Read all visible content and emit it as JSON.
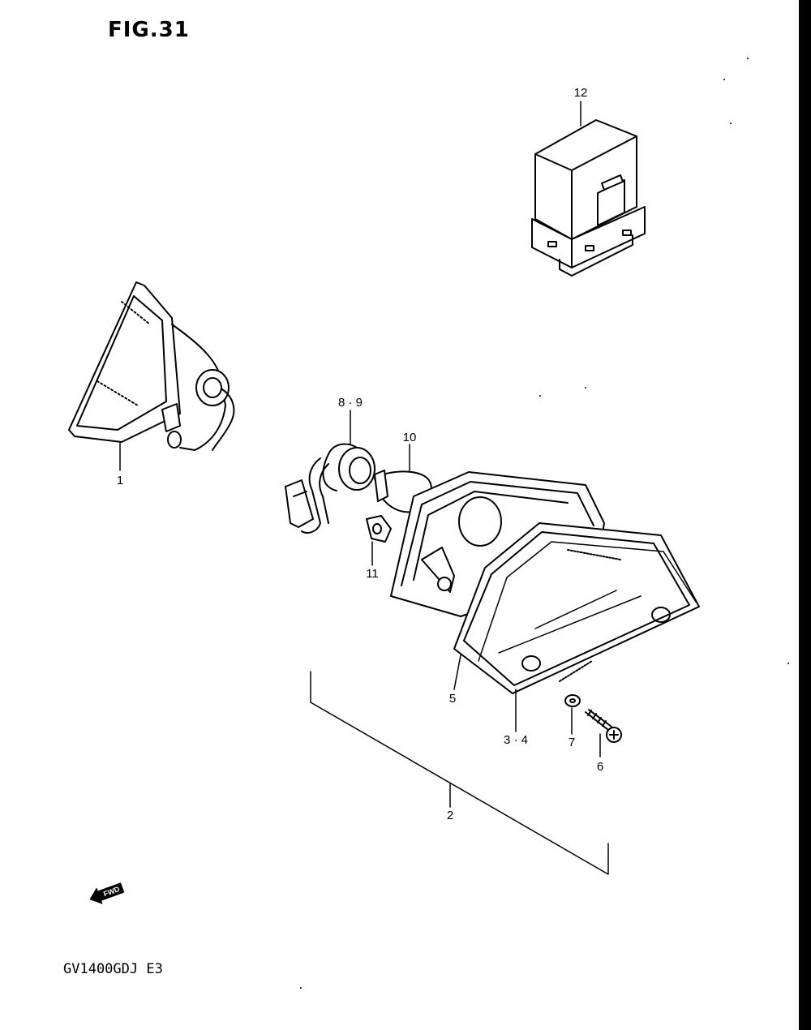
{
  "figure": {
    "title": "FIG.31",
    "model_code": "GV1400GDJ E3"
  },
  "labels": {
    "p1": "1",
    "p2": "2",
    "p3_4": "3 · 4",
    "p5": "5",
    "p6": "6",
    "p7": "7",
    "p8_9": "8 · 9",
    "p10": "10",
    "p11": "11",
    "p12": "12"
  },
  "fwd": {
    "text": "FWD"
  }
}
